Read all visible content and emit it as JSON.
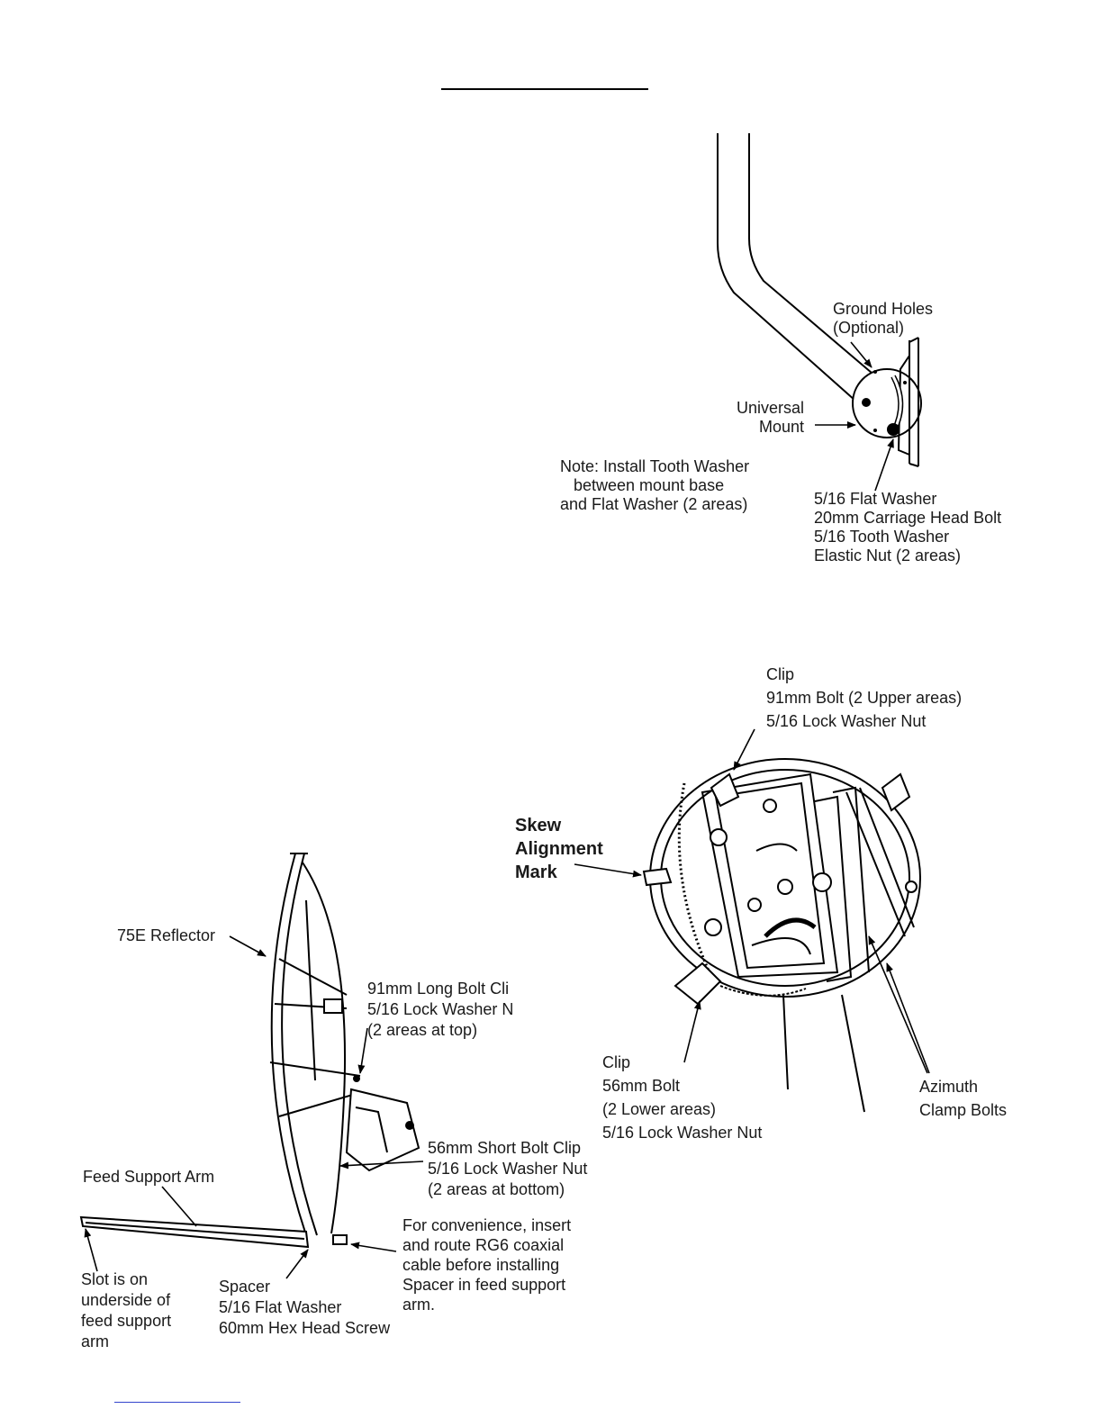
{
  "mount": {
    "ground_holes": "Ground Holes\n(Optional)",
    "universal_mount": "Universal\nMount",
    "note": "Note: Install Tooth Washer\n   between mount base\nand Flat Washer (2 areas)",
    "hardware": "5/16 Flat Washer\n20mm Carriage Head Bolt\n5/16 Tooth Washer\nElastic Nut (2 areas)"
  },
  "back_view": {
    "clip_top": "Clip\n91mm Bolt (2 Upper areas)\n5/16 Lock Washer Nut",
    "skew_mark": "Skew\nAlignment\nMark",
    "clip_bottom": "Clip\n56mm Bolt\n(2 Lower areas)\n5/16 Lock Washer Nut",
    "azimuth": "Azimuth\nClamp Bolts"
  },
  "side_view": {
    "reflector": "75E Reflector",
    "long_bolt": "91mm Long Bolt Cli\n5/16 Lock Washer N\n(2 areas at top)",
    "short_bolt": "56mm Short Bolt Clip\n5/16 Lock Washer Nut\n(2 areas at bottom)",
    "feed_arm": "Feed Support Arm",
    "convenience": "For convenience, insert\nand route RG6 coaxial\ncable before installing\nSpacer in feed support\narm.",
    "slot": "Slot is on\nunderside of\nfeed support\narm",
    "spacer": "Spacer\n5/16 Flat Washer\n60mm Hex Head Screw"
  }
}
